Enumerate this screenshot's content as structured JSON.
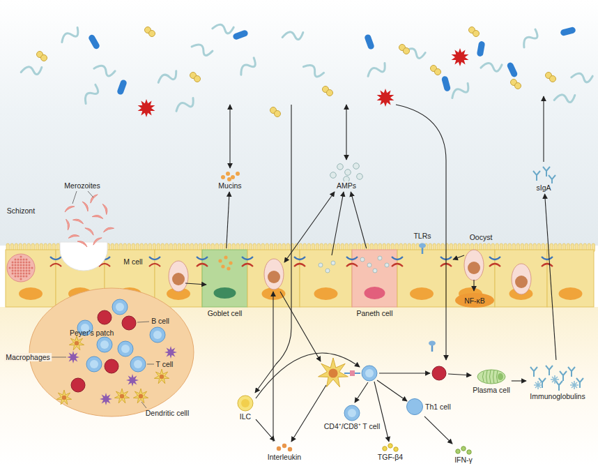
{
  "diagram": {
    "nodes": [
      {
        "text": [
          "Mucins"
        ]
      },
      {
        "text": [
          "AMPs"
        ]
      },
      {
        "text": [
          "sIgA"
        ]
      },
      {
        "text": [
          "Peyer's patch"
        ]
      },
      {
        "text": [
          "M cell"
        ]
      },
      {
        "text": [
          "Goblet cell"
        ]
      },
      {
        "text": [
          "Paneth cell"
        ]
      },
      {
        "text": [
          "NF-κB"
        ]
      },
      {
        "text": [
          "ILC"
        ]
      },
      {
        "text": [
          "Interleukin"
        ]
      },
      {
        "text": [
          "CD4⁺/CD8⁺ T cell"
        ]
      },
      {
        "text": [
          "TGF-β4"
        ]
      },
      {
        "text": [
          "Th1 cell"
        ]
      },
      {
        "text": [
          "IFN-γ"
        ]
      },
      {
        "text": [
          "Plasma cell"
        ]
      },
      {
        "text": [
          "Immunoglobulins"
        ]
      }
    ],
    "edges": [
      {
        "from": 5,
        "to": 0,
        "arrow": "to"
      },
      {
        "from": 6,
        "to": 1,
        "arrow": "to"
      },
      {
        "from": 14,
        "to": 15,
        "arrow": "to"
      },
      {
        "from": 15,
        "to": 2,
        "arrow": "to"
      },
      {
        "from": 12,
        "to": 13,
        "arrow": "to"
      },
      {
        "from": 8,
        "to": 9,
        "arrow": "to"
      }
    ],
    "labels": [
      "Merozoites",
      "Schizont",
      "Macrophages",
      "B cell",
      "T cell",
      "Dendritic celll",
      "TLRs",
      "Oocyst"
    ]
  }
}
